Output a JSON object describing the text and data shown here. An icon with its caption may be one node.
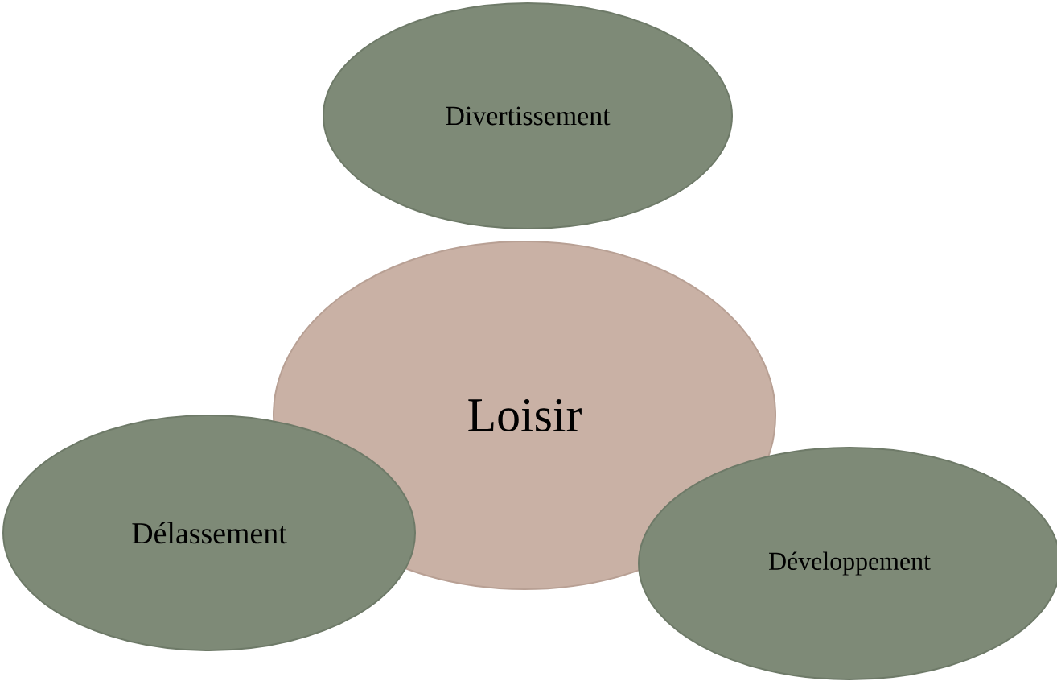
{
  "diagram": {
    "nodes": [
      {
        "text": [
          "Loisir"
        ]
      },
      {
        "text": [
          "Divertissement"
        ]
      },
      {
        "text": [
          "Délassement"
        ]
      },
      {
        "text": [
          "Développement"
        ]
      }
    ]
  }
}
